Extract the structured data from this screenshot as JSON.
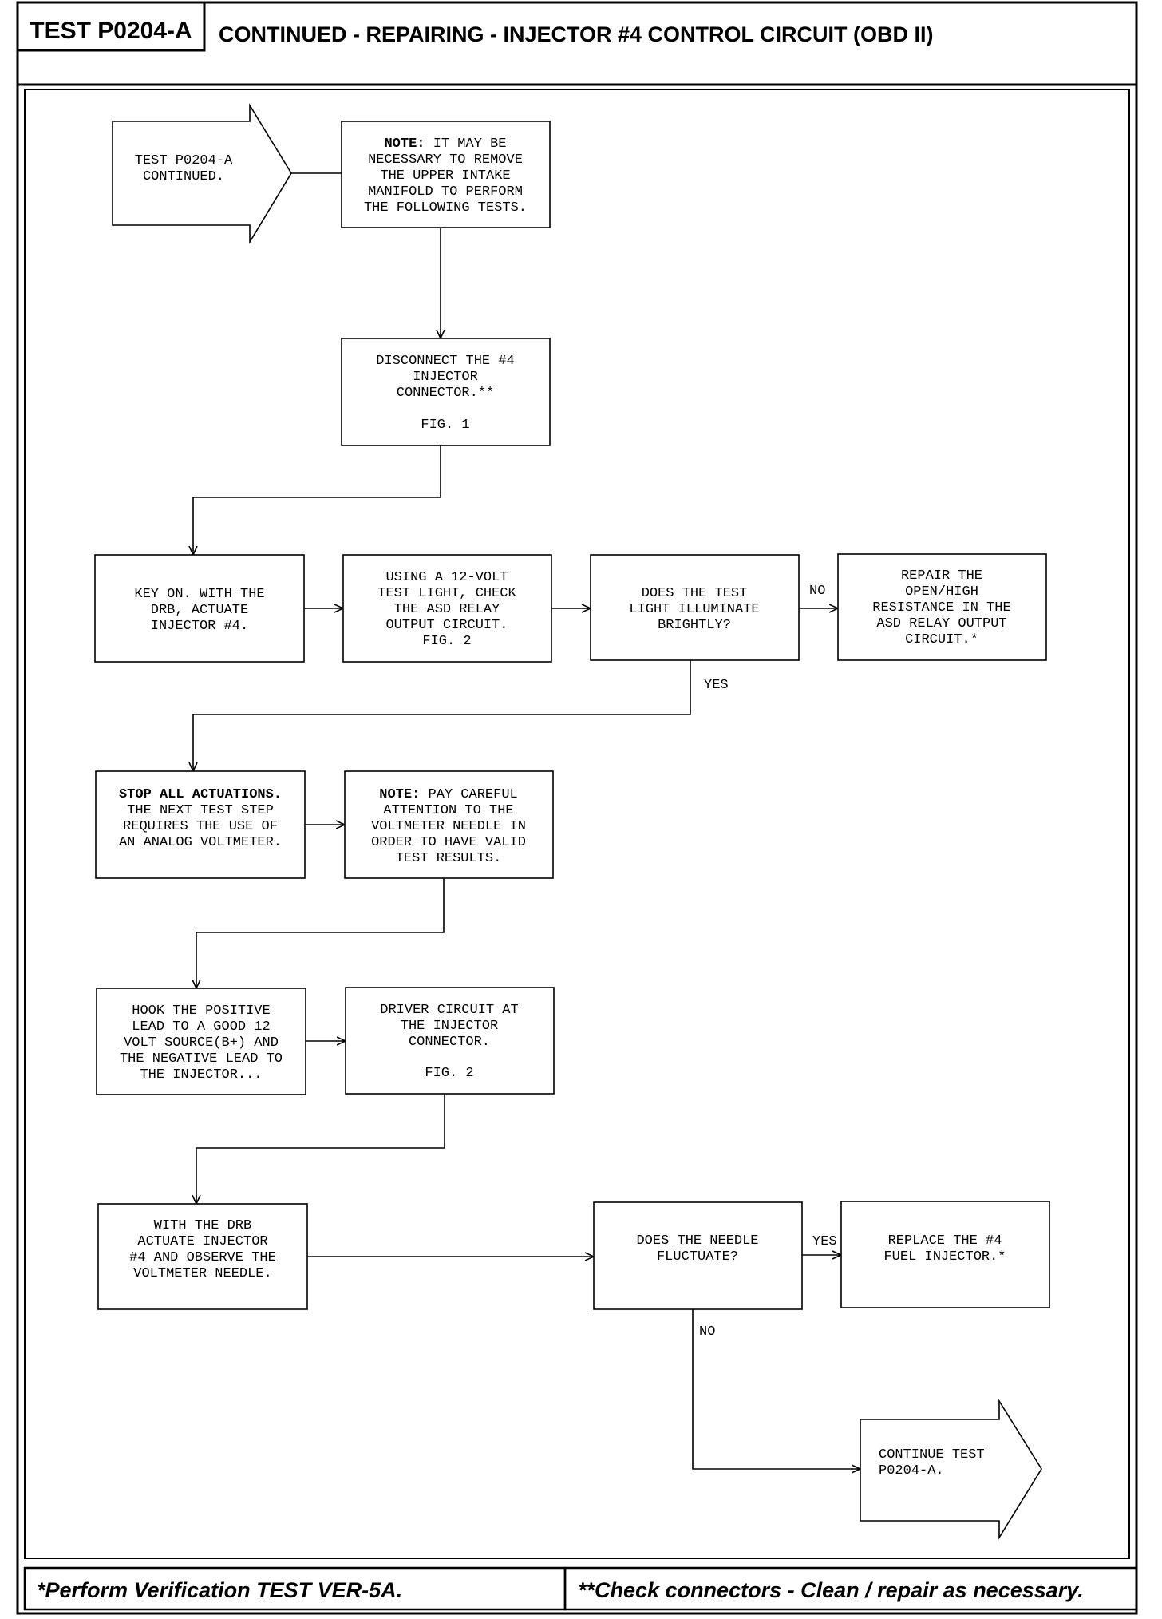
{
  "header": {
    "test_id": "TEST P0204-A",
    "title": "CONTINUED - REPAIRING - INJECTOR #4 CONTROL CIRCUIT (OBD II)"
  },
  "footer": {
    "left": "*Perform Verification TEST VER-5A.",
    "right": "**Check connectors - Clean / repair as necessary."
  },
  "flow": {
    "start": [
      "TEST P0204-A",
      "CONTINUED."
    ],
    "note1": {
      "bold": "NOTE:",
      "line1": "IT MAY BE",
      "rest": [
        "NECESSARY TO REMOVE",
        "THE UPPER INTAKE",
        "MANIFOLD TO PERFORM",
        "THE FOLLOWING TESTS."
      ]
    },
    "disconnect": [
      "DISCONNECT THE #4",
      "INJECTOR",
      "CONNECTOR.**",
      "",
      "FIG. 1"
    ],
    "key_on": [
      "KEY ON. WITH THE",
      "DRB, ACTUATE",
      "INJECTOR #4."
    ],
    "test_light": [
      "USING A 12-VOLT",
      "TEST LIGHT, CHECK",
      "THE ASD RELAY",
      "OUTPUT CIRCUIT.",
      "FIG. 2"
    ],
    "q_light": [
      "DOES THE TEST",
      "LIGHT ILLUMINATE",
      "BRIGHTLY?"
    ],
    "repair_asd": [
      "REPAIR THE",
      "OPEN/HIGH",
      "RESISTANCE IN THE",
      "ASD RELAY OUTPUT",
      "CIRCUIT.*"
    ],
    "stop": {
      "bold": "STOP ALL ACTUATIONS.",
      "rest": [
        "THE NEXT TEST STEP",
        "REQUIRES THE USE OF",
        "AN ANALOG VOLTMETER."
      ]
    },
    "note2": {
      "bold": "NOTE:",
      "line1": "PAY CAREFUL",
      "rest": [
        "ATTENTION TO THE",
        "VOLTMETER NEEDLE IN",
        "ORDER TO HAVE VALID",
        "TEST RESULTS."
      ]
    },
    "hook": [
      "HOOK THE POSITIVE",
      "LEAD TO A GOOD 12",
      "VOLT SOURCE(B+) AND",
      "THE NEGATIVE LEAD TO",
      "THE INJECTOR..."
    ],
    "driver": [
      "DRIVER CIRCUIT AT",
      "THE INJECTOR",
      "CONNECTOR.",
      "",
      "FIG. 2"
    ],
    "actuate": [
      "WITH THE DRB",
      "ACTUATE INJECTOR",
      "#4 AND OBSERVE THE",
      "VOLTMETER NEEDLE."
    ],
    "q_needle": [
      "DOES THE NEEDLE",
      "FLUCTUATE?"
    ],
    "replace": [
      "REPLACE THE #4",
      "FUEL INJECTOR.*"
    ],
    "end": [
      "CONTINUE TEST",
      "P0204-A."
    ],
    "labels": {
      "no": "NO",
      "yes": "YES"
    }
  }
}
